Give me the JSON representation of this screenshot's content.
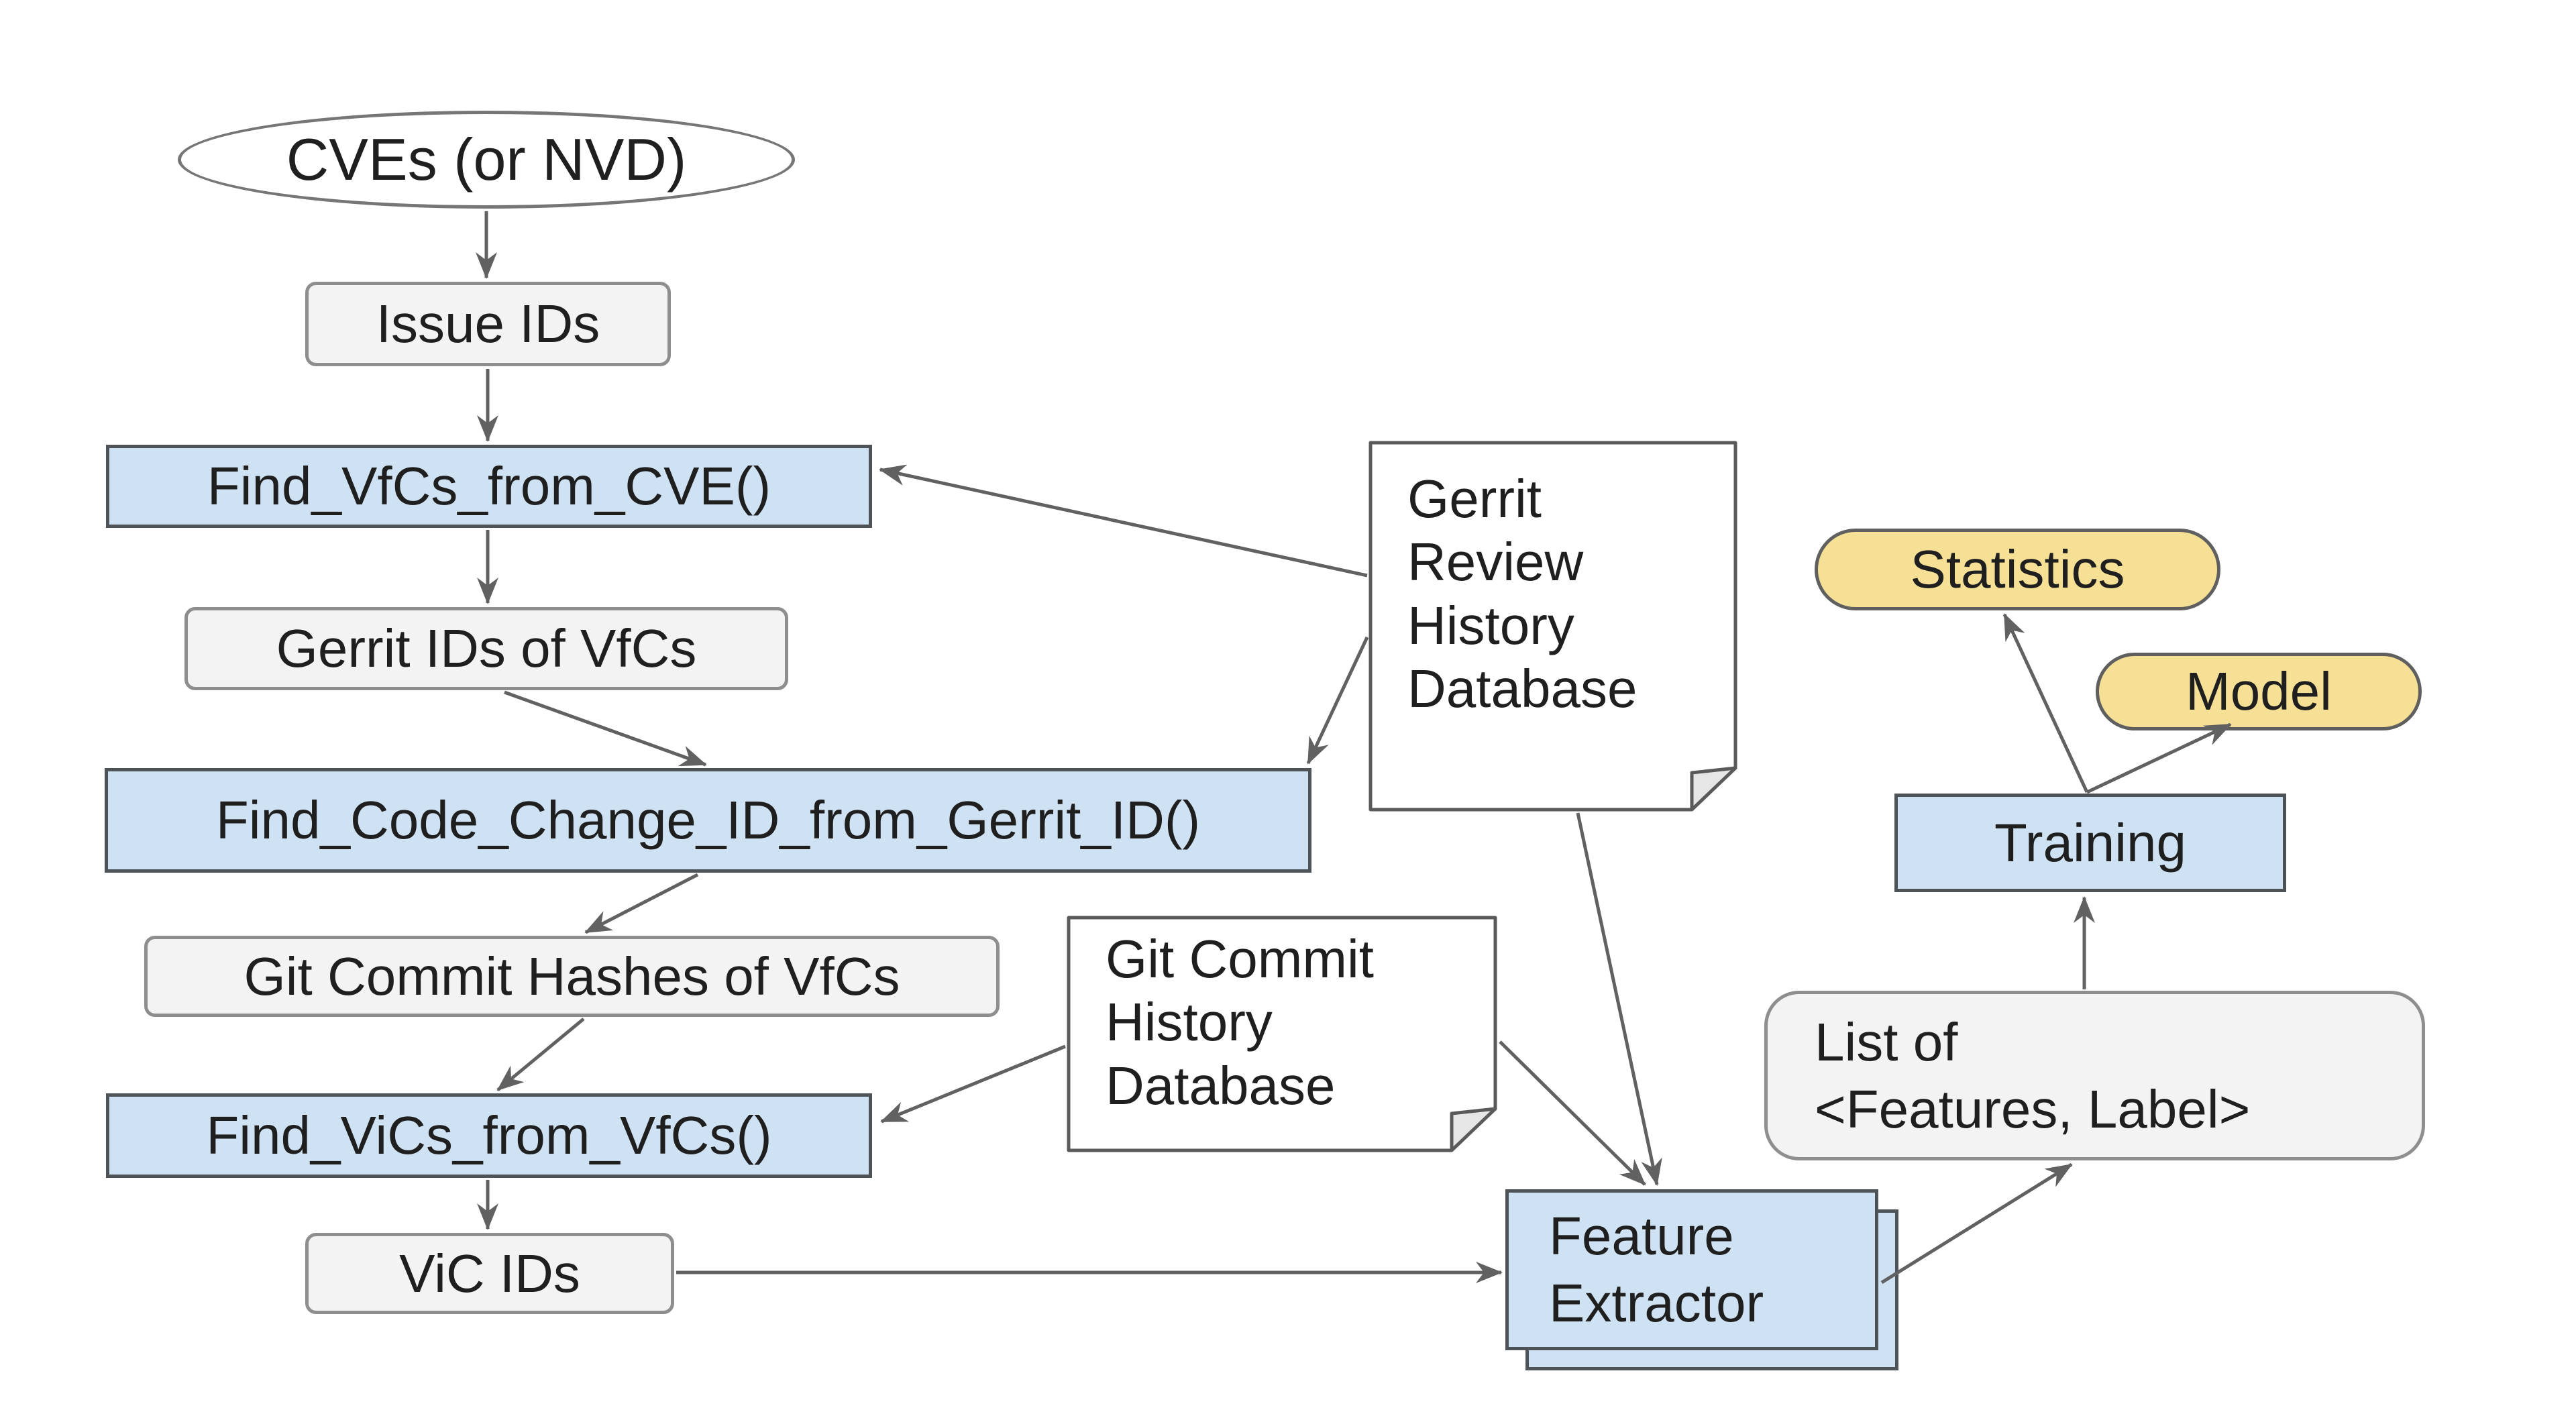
{
  "diagram": {
    "title": "VfC/ViC mining and model training pipeline flowchart",
    "nodes": {
      "cves": {
        "label": "CVEs (or NVD)",
        "shape": "ellipse"
      },
      "issue_ids": {
        "label": "Issue IDs",
        "shape": "rectangle"
      },
      "find_vfcs_from_cve": {
        "label": "Find_VfCs_from_CVE()",
        "shape": "process"
      },
      "gerrit_ids_of_vfcs": {
        "label": "Gerrit IDs of VfCs",
        "shape": "rectangle"
      },
      "find_code_change_id_from_gerrit_id": {
        "label": "Find_Code_Change_ID_from_Gerrit_ID()",
        "shape": "process"
      },
      "git_commit_hashes_of_vfcs": {
        "label": "Git Commit Hashes of VfCs",
        "shape": "rectangle"
      },
      "find_vics_from_vfcs": {
        "label": "Find_ViCs_from_VfCs()",
        "shape": "process"
      },
      "vic_ids": {
        "label": "ViC IDs",
        "shape": "rectangle"
      },
      "gerrit_review_history_database": {
        "label": "Gerrit\nReview\nHistory\nDatabase",
        "shape": "document"
      },
      "git_commit_history_database": {
        "label": "Git Commit\nHistory\nDatabase",
        "shape": "document"
      },
      "feature_extractor": {
        "label": "Feature\nExtractor",
        "shape": "stacked-process"
      },
      "list_of_features_label": {
        "label": "List of\n<Features, Label>",
        "shape": "rounded-rectangle"
      },
      "training": {
        "label": "Training",
        "shape": "process"
      },
      "statistics": {
        "label": "Statistics",
        "shape": "pill"
      },
      "model": {
        "label": "Model",
        "shape": "pill"
      }
    },
    "edges": [
      "cves -> issue_ids",
      "issue_ids -> find_vfcs_from_cve",
      "find_vfcs_from_cve -> gerrit_ids_of_vfcs",
      "gerrit_ids_of_vfcs -> find_code_change_id_from_gerrit_id",
      "find_code_change_id_from_gerrit_id -> git_commit_hashes_of_vfcs",
      "git_commit_hashes_of_vfcs -> find_vics_from_vfcs",
      "find_vics_from_vfcs -> vic_ids",
      "vic_ids -> feature_extractor",
      "gerrit_review_history_database -> find_vfcs_from_cve",
      "gerrit_review_history_database -> find_code_change_id_from_gerrit_id",
      "gerrit_review_history_database -> feature_extractor",
      "git_commit_history_database -> find_vics_from_vfcs",
      "git_commit_history_database -> feature_extractor",
      "feature_extractor -> list_of_features_label",
      "list_of_features_label -> training",
      "training -> statistics",
      "training -> model"
    ],
    "colors": {
      "process_fill": "#cfe2f3",
      "process_border": "#4d5357",
      "data_fill": "#f3f3f3",
      "data_border": "#8e8e8e",
      "artifact_fill": "#f6e096",
      "artifact_border": "#5f5f5f",
      "doc_fill": "#ffffff",
      "doc_border": "#5a5a5a",
      "line_color": "#616161",
      "text_color": "#1f1f1f",
      "canvas_bg": "#ffffff"
    }
  }
}
